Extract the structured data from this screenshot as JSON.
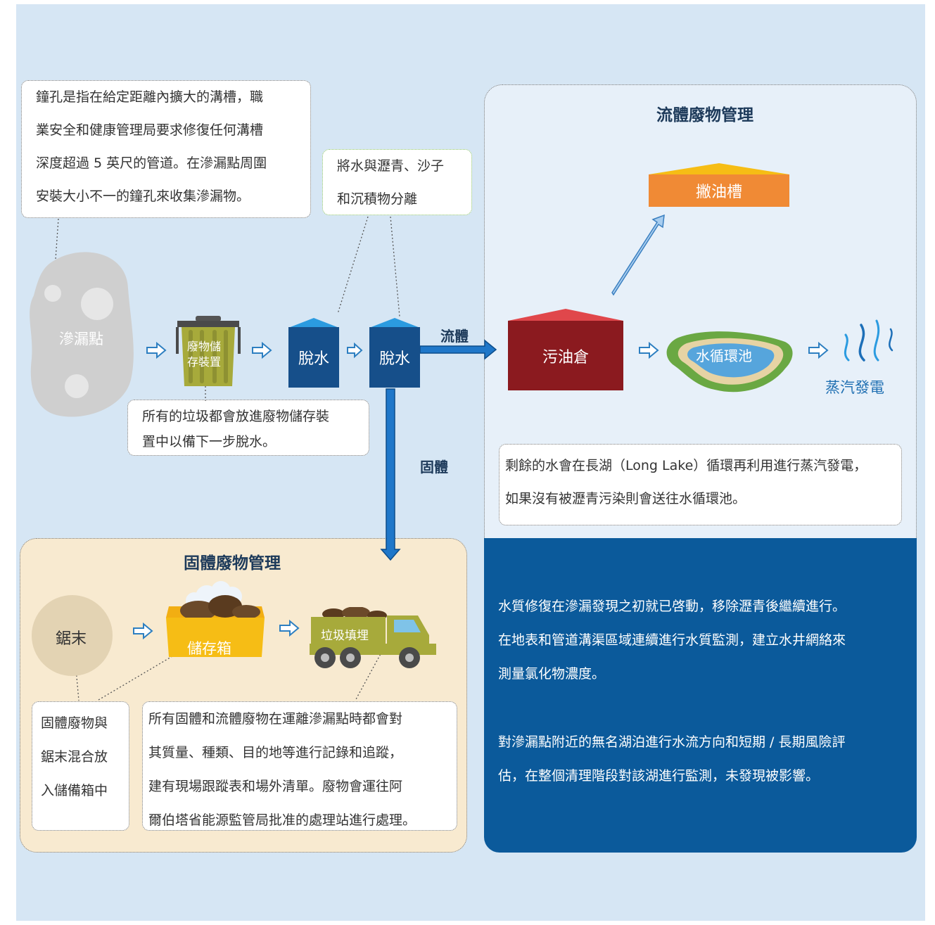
{
  "notes": {
    "borehole": [
      "鐘孔是指在給定距離內擴大的溝槽，職",
      "業安全和健康管理局要求修復任何溝槽",
      "深度超過 5 英尺的管道。在滲漏點周圍",
      "安裝大小不一的鐘孔來收集滲漏物。"
    ],
    "separate": [
      "將水與瀝青、沙子",
      "和沉積物分離"
    ],
    "storage": [
      "所有的垃圾都會放進廢物儲存裝",
      "置中以備下一步脫水。"
    ],
    "lake": [
      "剩餘的水會在長湖（Long Lake）循環再利用進行蒸汽發電，",
      "如果沒有被瀝青污染則會送往水循環池。"
    ],
    "sawdust": [
      "固體廢物與",
      "鋸末混合放",
      "入儲備箱中"
    ],
    "tracking": [
      "所有固體和流體廢物在運離滲漏點時都會對",
      "其質量、種類、目的地等進行記錄和追蹤，",
      "建有現場跟蹤表和場外清單。廢物會運往阿",
      "爾伯塔省能源監管局批准的處理站進行處理。"
    ]
  },
  "labels": {
    "leak_point": "滲漏點",
    "storage_device": [
      "廢物儲",
      "存裝置"
    ],
    "dewater1": "脫水",
    "dewater2": "脫水",
    "fluid": "流體",
    "solid": "固體",
    "oil_tank": "污油倉",
    "skim_tank": "撇油槽",
    "water_pond": "水循環池",
    "steam": "蒸汽發電",
    "sawdust": "鋸末",
    "storage_box": "儲存箱",
    "landfill": "垃圾填埋"
  },
  "titles": {
    "liquid": "流體廢物管理",
    "solid": "固體廢物管理"
  },
  "water_quality": {
    "para1": [
      "水質修復在滲漏發現之初就已啓動，移除瀝青後繼續進行。",
      "在地表和管道溝渠區域連續進行水質監測，建立水井網絡來",
      "測量氯化物濃度。"
    ],
    "para2": [
      "對滲漏點附近的無名湖泊進行水流方向和短期 / 長期風險評",
      "估，在整個清理階段對該湖進行監測，未發現被影響。"
    ]
  },
  "colors": {
    "background": "#d6e6f4",
    "dark_blue": "#0b5a9b",
    "box_blue": "#164f8a",
    "oil_red": "#8b1a1f",
    "skim_orange": "#f08a35",
    "olive": "#a7aa3b",
    "yellow": "#f6bd15",
    "beige_panel": "#f8ead0",
    "gray_blob": "#cfcfcf"
  }
}
